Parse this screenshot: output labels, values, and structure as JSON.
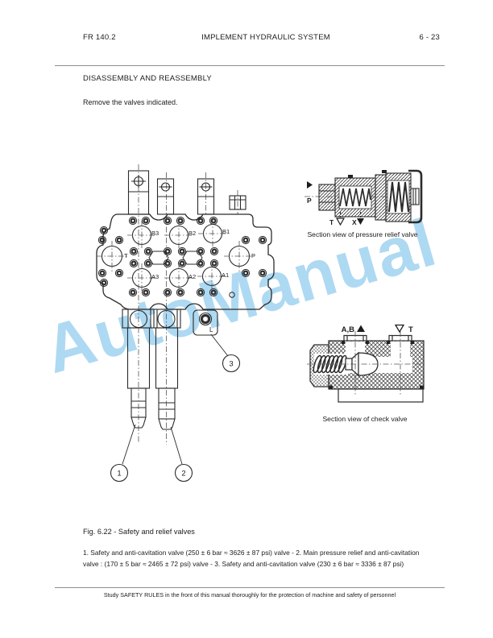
{
  "header": {
    "document_code": "FR 140.2",
    "title": "IMPLEMENT HYDRAULIC SYSTEM",
    "page_number": "6 - 23"
  },
  "content": {
    "section_heading": "DISASSEMBLY AND REASSEMBLY",
    "instruction": "Remove the valves indicated."
  },
  "watermark": {
    "text": "AutoManual",
    "color": "#aed9f2"
  },
  "main_diagram": {
    "port_labels": {
      "b3": "B3",
      "b2": "B2",
      "b1": "B1",
      "t": "T",
      "p": "P",
      "a3": "A3",
      "a2": "A2",
      "a1": "A1",
      "l": "L"
    },
    "callouts": {
      "1": "1",
      "2": "2",
      "3": "3"
    }
  },
  "pressure_relief_view": {
    "caption": "Section view of pressure relief valve",
    "port_in": "P",
    "port_t": "T",
    "port_x": "X"
  },
  "check_valve_view": {
    "caption": "Section view of check valve",
    "port_ab": "A,B",
    "port_t": "T"
  },
  "figure": {
    "caption": "Fig. 6.22 - Safety and relief valves",
    "description_lines": [
      "1. Safety and anti-cavitation valve (250 ± 6 bar ≈ 3626 ± 87 psi) valve - 2. Main pressure relief and anti-cavitation",
      "valve : (170 ± 5 bar ≈ 2465 ± 72 psi) valve - 3. Safety and anti-cavitation valve (230 ± 6 bar ≈ 3336 ± 87 psi)"
    ]
  },
  "footer": {
    "safety_note": "Study SAFETY RULES in the front of this manual thoroughly for the protection of machine and safety of personnel"
  }
}
